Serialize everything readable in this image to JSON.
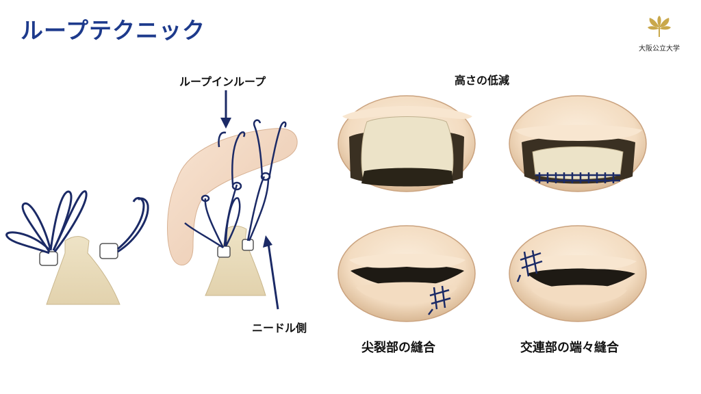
{
  "title": "ループテクニック",
  "logo": {
    "icon": "ginkgo-leaf-icon",
    "text": "大阪公立大学"
  },
  "left_panel": {
    "label_top": "ループインループ",
    "label_bottom": "ニードル側"
  },
  "right_panel": {
    "header": "高さの低減",
    "caption_left": "尖裂部の縫合",
    "caption_right": "交連部の端々縫合"
  },
  "colors": {
    "title": "#1d3a8c",
    "suture": "#1b2a66",
    "tissue": "#f2dcc4",
    "leaflet": "#ece3c8",
    "logo": "#c9a84b"
  }
}
